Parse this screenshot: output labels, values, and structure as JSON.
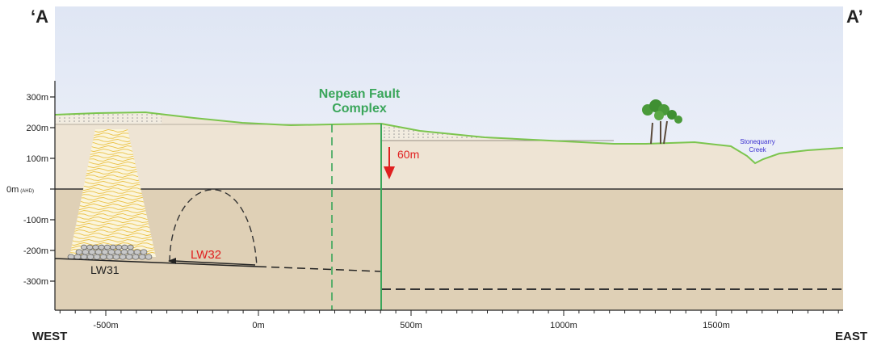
{
  "section": {
    "start_label": "‘A",
    "end_label": "A’",
    "west_label": "WEST",
    "east_label": "EAST"
  },
  "elevation_axis": {
    "ticks": [
      {
        "value": 300,
        "label": "300m"
      },
      {
        "value": 200,
        "label": "200m"
      },
      {
        "value": 100,
        "label": "100m"
      },
      {
        "value": 0,
        "label": "0m",
        "suffix": "(AHD)"
      },
      {
        "value": -100,
        "label": "-100m"
      },
      {
        "value": -200,
        "label": "-200m"
      },
      {
        "value": -300,
        "label": "-300m"
      }
    ]
  },
  "distance_axis": {
    "ticks": [
      {
        "value": -500,
        "label": "-500m"
      },
      {
        "value": 0,
        "label": "0m"
      },
      {
        "value": 500,
        "label": "500m"
      },
      {
        "value": 1000,
        "label": "1000m"
      },
      {
        "value": 1500,
        "label": "1500m"
      }
    ]
  },
  "annotations": {
    "fault_title_line1": "Nepean Fault",
    "fault_title_line2": "Complex",
    "displacement": "60m",
    "creek_line1": "Stonequarry",
    "creek_line2": "Creek",
    "panel_lw31": "LW31",
    "panel_lw32": "LW32"
  },
  "colors": {
    "sky_top": "#dfe6f4",
    "sky_bottom": "#f7f8fc",
    "ground_upper": "#eee4d4",
    "ground_lower": "#dfd0b6",
    "surface_line": "#7cc54e",
    "fault": "#3aa65a",
    "displacement_arrow": "#e02020",
    "lw32_label": "#e02020",
    "creek_label": "#3a2fd0",
    "subsidence_zone": "#e8b82e"
  }
}
